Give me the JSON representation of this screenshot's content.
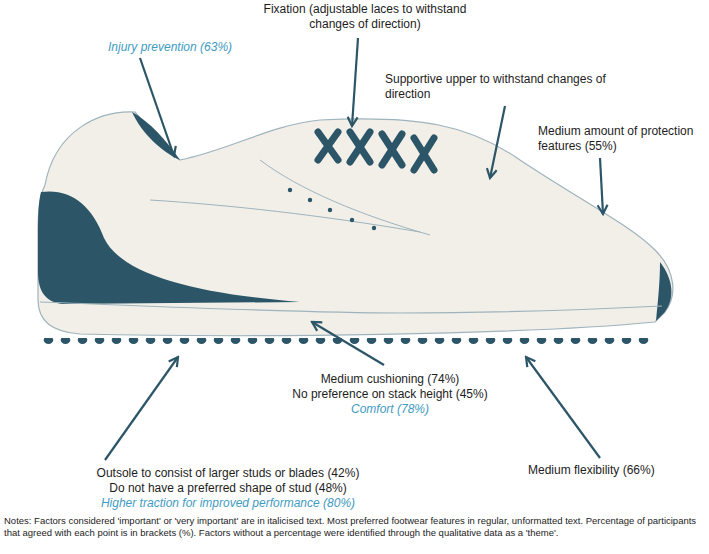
{
  "diagram": {
    "labels": [
      "Fixation (adjustable laces to withstand changes of direction)",
      "Injury prevention (63%)",
      "Supportive upper to withstand changes of direction",
      "Medium amount of protection features (55%)",
      "Medium cushioning (74%)",
      "No preference on stack height (45%)",
      "Comfort (78%)",
      "Outsole to consist of larger studs or blades (42%)",
      "Do not have a preferred shape of stud (48%)",
      "Higher traction for improved performance (80%)",
      "Medium flexibility (66%)"
    ],
    "caption": "Notes: Factors considered 'important' or 'very important' are in italicised text. Most preferred footwear features in regular, unformatted text. Percentage of participants that agreed with each point is in brackets (%). Factors without a percentage were identified through the qualitative data as a 'theme'."
  }
}
